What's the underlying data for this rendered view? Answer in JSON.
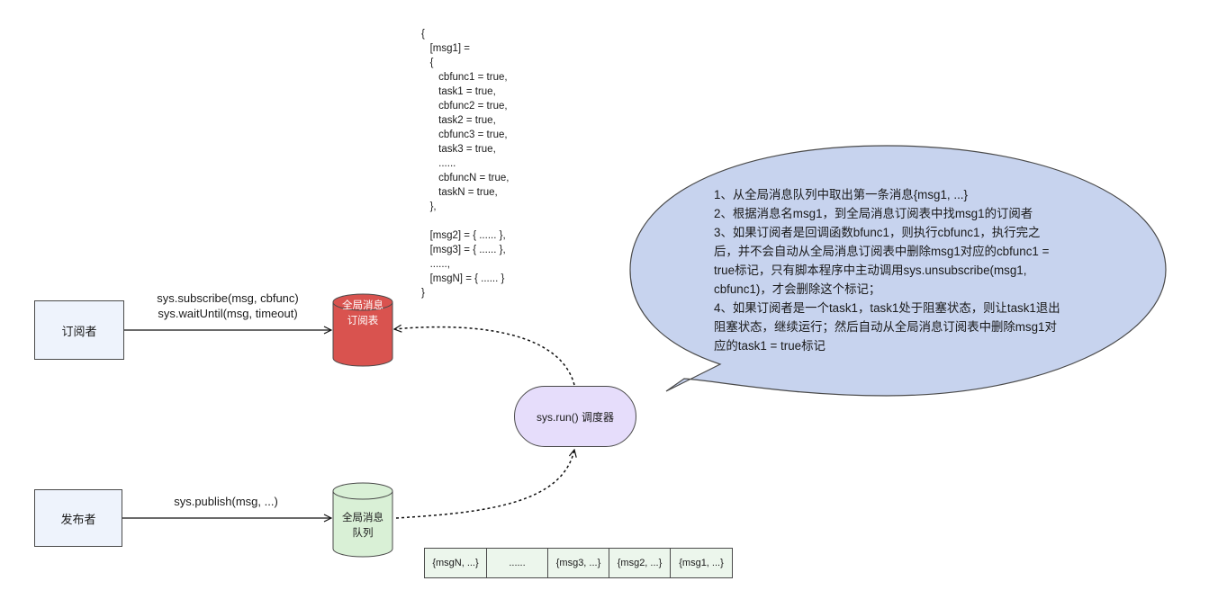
{
  "nodes": {
    "subscriber": "订阅者",
    "publisher": "发布者",
    "subscription_table": [
      "全局消息",
      "订阅表"
    ],
    "message_queue": [
      "全局消息",
      "队列"
    ],
    "scheduler": "sys.run() 调度器"
  },
  "edges": {
    "subscribe_lines": [
      "sys.subscribe(msg, cbfunc)",
      "sys.waitUntil(msg, timeout)"
    ],
    "publish_line": "sys.publish(msg, ...)"
  },
  "code_block": "{\n   [msg1] =\n   {\n      cbfunc1 = true,\n      task1 = true,\n      cbfunc2 = true,\n      task2 = true,\n      cbfunc3 = true,\n      task3 = true,\n      ......\n      cbfuncN = true,\n      taskN = true,\n   },\n\n   [msg2] = { ...... },\n   [msg3] = { ...... },\n   ......,\n   [msgN] = { ...... }\n}",
  "callout_lines": [
    "1、从全局消息队列中取出第一条消息{msg1, ...}",
    "2、根据消息名msg1，到全局消息订阅表中找msg1的订阅者",
    "3、如果订阅者是回调函数bfunc1，则执行cbfunc1，执行完之",
    "后，并不会自动从全局消息订阅表中删除msg1对应的cbfunc1 =",
    "true标记，只有脚本程序中主动调用sys.unsubscribe(msg1,",
    "cbfunc1)，才会删除这个标记；",
    "4、如果订阅者是一个task1，task1处于阻塞状态，则让task1退出",
    "阻塞状态，继续运行；然后自动从全局消息订阅表中删除msg1对",
    "应的task1 = true标记"
  ],
  "queue_cells": [
    "{msgN, ...}",
    "......",
    "{msg3, ...}",
    "{msg2, ...}",
    "{msg1, ...}"
  ],
  "colors": {
    "box_fill": "#eef3fc",
    "table_fill": "#d9534f",
    "queue_fill": "#d9f0d6",
    "scheduler_fill": "#e6ddfb",
    "bubble_fill": "#c7d3ee"
  }
}
